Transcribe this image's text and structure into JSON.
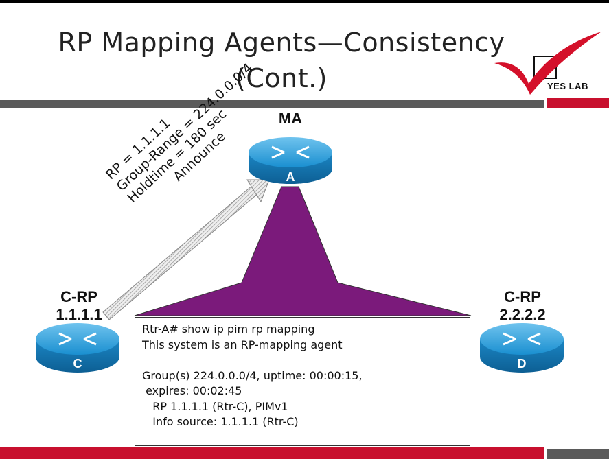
{
  "title": {
    "line1": "RP Mapping Agents—Consistency",
    "line2": "(Cont.)"
  },
  "logo": {
    "text": "YES LAB"
  },
  "routers": [
    {
      "role": "MA",
      "letter": "A",
      "address": ""
    },
    {
      "role": "C-RP",
      "letter": "C",
      "address": "1.1.1.1"
    },
    {
      "role": "C-RP",
      "letter": "D",
      "address": "2.2.2.2"
    }
  ],
  "announce": {
    "lines": [
      "RP = 1.1.1.1",
      "Group-Range = 224.0.0.0/4",
      "Holdtime = 180 sec"
    ],
    "label": "Announce"
  },
  "cli_output": [
    "Rtr-A# show ip pim rp mapping",
    "This system is an RP-mapping agent",
    "",
    "Group(s) 224.0.0.0/4, uptime: 00:00:15,",
    " expires: 00:02:45",
    "   RP 1.1.1.1 (Rtr-C), PIMv1",
    "   Info source: 1.1.1.1 (Rtr-C)"
  ],
  "colors": {
    "router": "#1a8fd0",
    "triangle": "#7b1a7b",
    "accent_red": "#c8102e",
    "bar_gray": "#5a5a5a"
  }
}
